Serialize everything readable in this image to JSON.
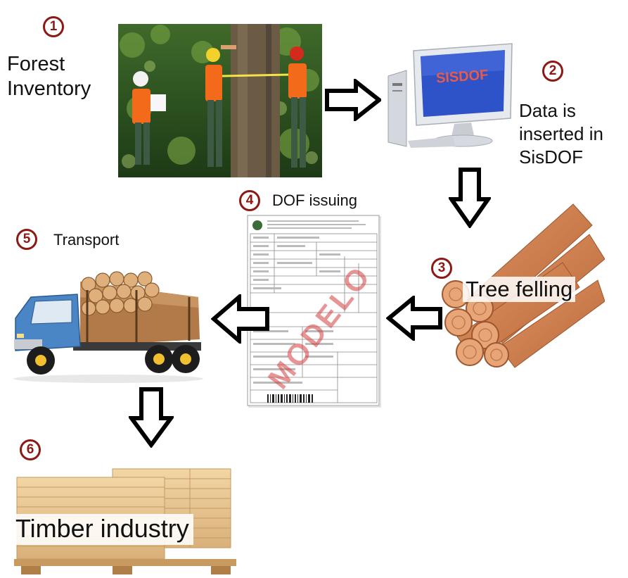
{
  "steps": [
    {
      "number": "1",
      "label_lines": [
        "Forest",
        "Inventory"
      ]
    },
    {
      "number": "2",
      "label_lines": [
        "Data is",
        "inserted in",
        "SisDOF"
      ],
      "screen_text": "SISDOF"
    },
    {
      "number": "3",
      "label": "Tree felling"
    },
    {
      "number": "4",
      "label": "DOF issuing",
      "watermark": "MODELO"
    },
    {
      "number": "5",
      "label": "Transport"
    },
    {
      "number": "6",
      "label": "Timber industry"
    }
  ],
  "colors": {
    "badge": "#8b1a14",
    "log": "#c8794a",
    "truck_cab": "#4a86c5",
    "lumber": "#e8c48c",
    "screen": "#2e52c8",
    "screen_text": "#e85a4a"
  },
  "icons": {
    "arrow": "hollow-block-arrow",
    "computer": "desktop-computer",
    "logs": "log-pile",
    "truck": "logging-truck",
    "document": "dof-form",
    "lumber": "lumber-stack",
    "photo": "forest-workers-photo"
  }
}
